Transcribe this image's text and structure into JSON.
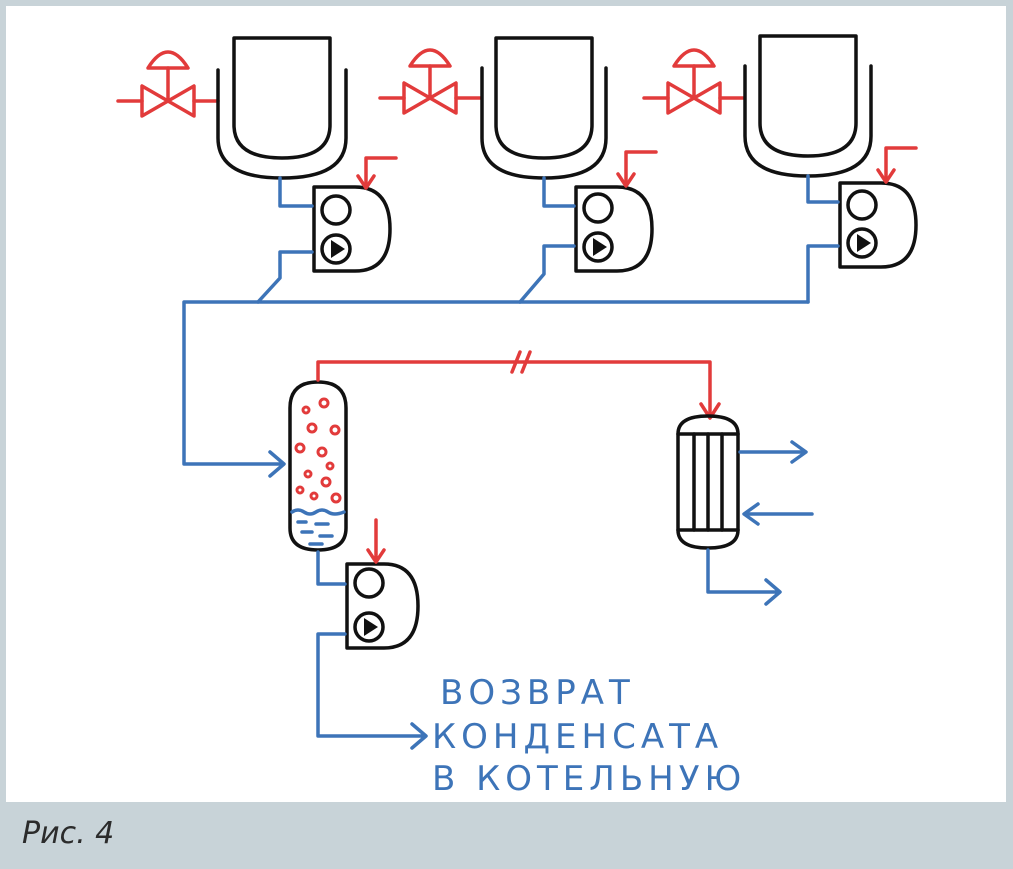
{
  "caption": "Рис. 4",
  "note_lines": [
    "ВОЗВРАТ",
    "КОНДЕНСАТА",
    "В КОТЕЛЬНУЮ"
  ],
  "colors": {
    "steam": "#e23b3b",
    "condensate": "#3d74b8",
    "equipment": "#111111",
    "frame": "#c8d3d8"
  },
  "icons": [
    "control-valve-icon",
    "jacketed-vessel-icon",
    "condensate-pump-icon",
    "flash-separator-icon",
    "heat-exchanger-icon"
  ]
}
